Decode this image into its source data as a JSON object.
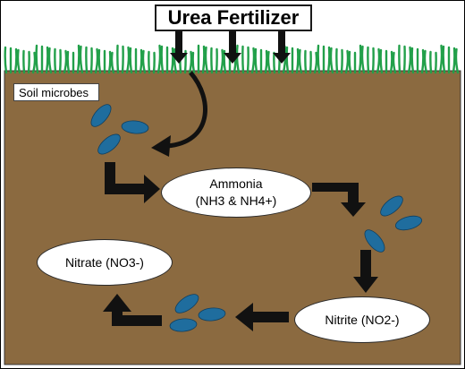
{
  "title": "Urea Fertilizer",
  "label": "Soil microbes",
  "nodes": {
    "ammonia": {
      "line1": "Ammonia",
      "line2": "(NH3 & NH4+)"
    },
    "nitrite": {
      "line1": "Nitrite (NO2-)"
    },
    "nitrate": {
      "line1": "Nitrate (NO3-)"
    }
  },
  "colors": {
    "soil": "#8b6a40",
    "grass": "#22a04a",
    "microbe": "#1f6d9e",
    "arrow": "#111111"
  }
}
